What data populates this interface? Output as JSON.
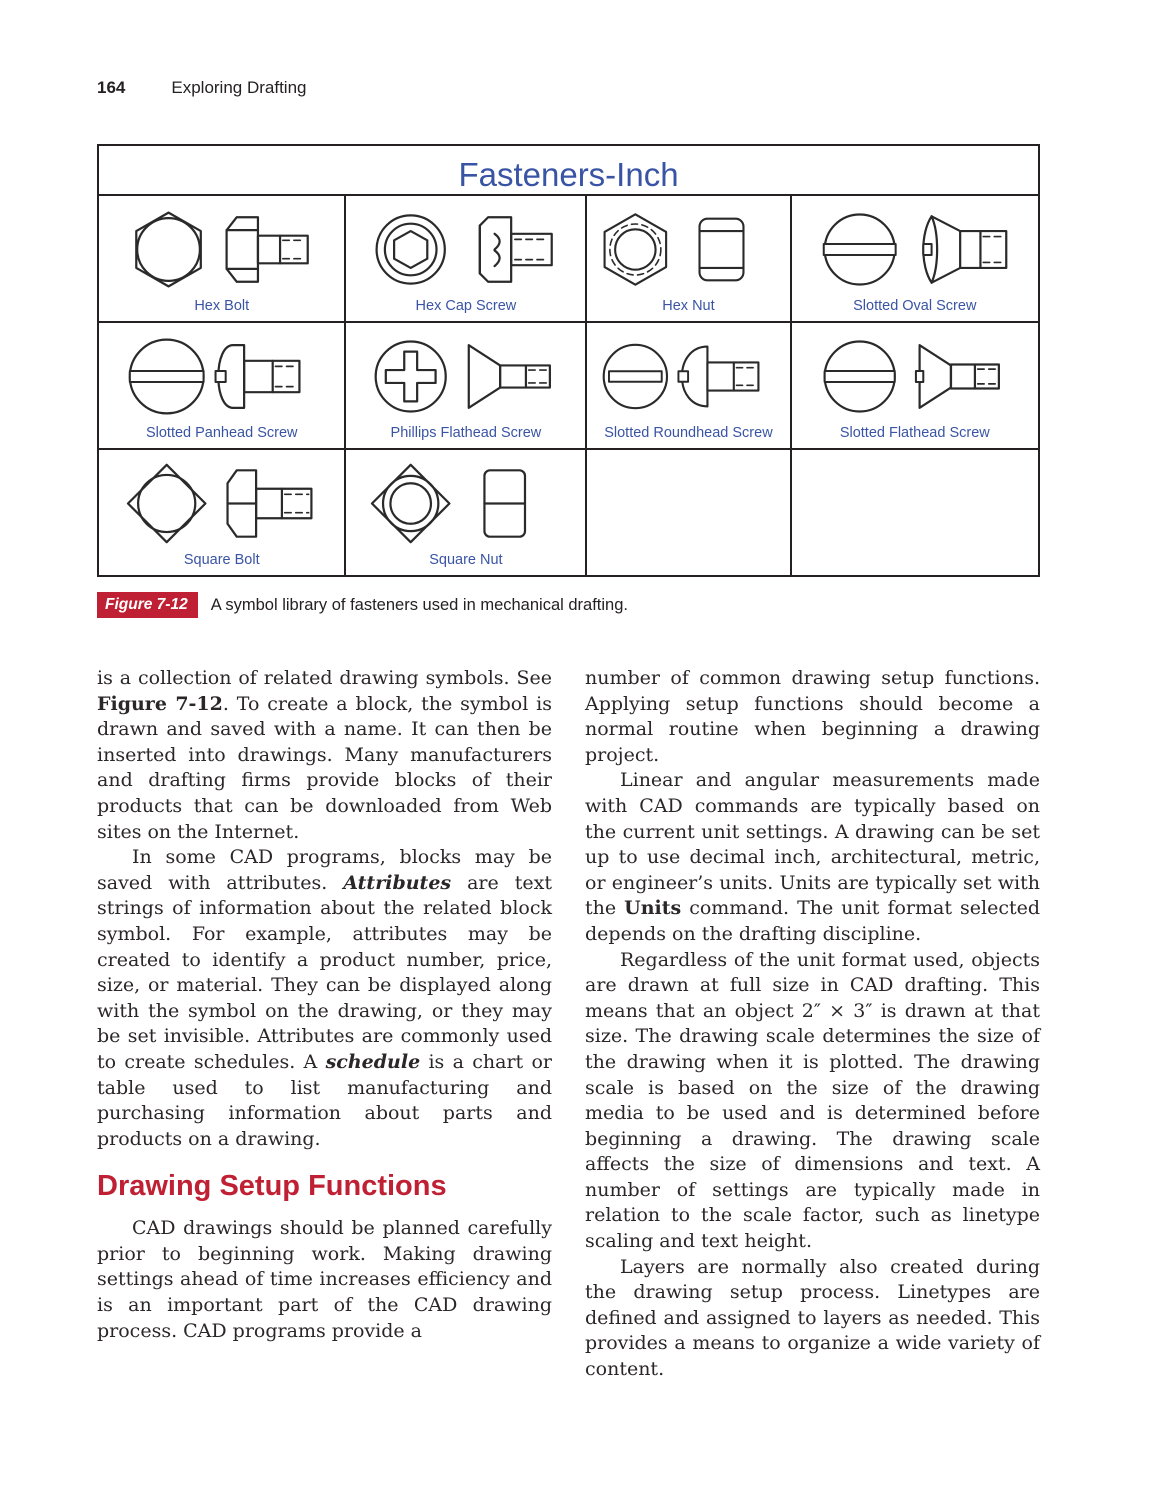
{
  "palette": {
    "blue": "#3954A4",
    "red": "#C02033",
    "ink": "#252122"
  },
  "header": {
    "page_number": "164",
    "book_title": "Exploring Drafting"
  },
  "figure": {
    "title": "Fasteners-Inch",
    "rows": [
      [
        {
          "label": "Hex Bolt"
        },
        {
          "label": "Hex Cap Screw"
        },
        {
          "label": "Hex Nut"
        },
        {
          "label": "Slotted Oval Screw"
        }
      ],
      [
        {
          "label": "Slotted Panhead Screw"
        },
        {
          "label": "Phillips Flathead Screw"
        },
        {
          "label": "Slotted Roundhead Screw"
        },
        {
          "label": "Slotted Flathead Screw"
        }
      ],
      [
        {
          "label": "Square Bolt"
        },
        {
          "label": "Square Nut"
        },
        {
          "label": ""
        },
        {
          "label": ""
        }
      ]
    ],
    "caption_badge": "Figure 7-12",
    "caption_text": "A symbol library of fasteners used in mechanical drafting."
  },
  "section_heading": "Drawing Setup Functions",
  "body": {
    "left": [
      {
        "indent": false,
        "segments": [
          {
            "t": "is a collection of related drawing symbols. See "
          },
          {
            "t": "Figure 7-12",
            "b": true
          },
          {
            "t": ". To create a block, the symbol is drawn and saved with a name. It can then be inserted into drawings. Many manufacturers and drafting firms provide blocks of their products that can be downloaded from Web sites on the Internet."
          }
        ]
      },
      {
        "indent": true,
        "segments": [
          {
            "t": "In some CAD programs, blocks may be saved with attributes. "
          },
          {
            "t": "Attributes",
            "b": true,
            "i": true
          },
          {
            "t": " are text strings of information about the related block symbol. For example, attributes may be created to identify a product number, price, size, or material. They can be displayed along with the symbol on the drawing, or they may be set invisible. Attributes are commonly used to create schedules. A "
          },
          {
            "t": "schedule",
            "b": true,
            "i": true
          },
          {
            "t": " is a chart or table used to list manufacturing and purchasing information about parts and products on a drawing."
          }
        ]
      },
      {
        "indent": true,
        "segments": [
          {
            "t": "CAD drawings should be planned carefully prior to beginning work. Making drawing settings ahead of time increases efficiency and is an important part of the CAD drawing process. CAD programs provide a"
          }
        ]
      }
    ],
    "right": [
      {
        "indent": false,
        "segments": [
          {
            "t": "number of common drawing setup functions. Applying setup functions should become a normal routine when beginning a drawing project."
          }
        ]
      },
      {
        "indent": true,
        "segments": [
          {
            "t": "Linear and angular measurements made with CAD commands are typically based on the current unit settings. A drawing can be set up to use decimal inch, architectural, metric, or engineer’s units. Units are typically set with the "
          },
          {
            "t": "Units",
            "b": true
          },
          {
            "t": " command. The unit format selected depends on the drafting discipline."
          }
        ]
      },
      {
        "indent": true,
        "segments": [
          {
            "t": "Regardless of the unit format used, objects are drawn at full size in CAD drafting. This means that an object 2″ × 3″ is drawn at that size. The drawing scale determines the size of the drawing when it is plotted. The drawing scale is based on the size of the drawing media to be used and is determined before beginning a drawing. The drawing scale affects the size of dimensions and text. A number of settings are typically made in relation to the scale factor, such as linetype scaling and text height."
          }
        ]
      },
      {
        "indent": true,
        "segments": [
          {
            "t": "Layers are normally also created during the drawing setup process. Linetypes are defined and assigned to layers as needed. This provides a means to organize a wide variety of content."
          }
        ]
      }
    ]
  }
}
